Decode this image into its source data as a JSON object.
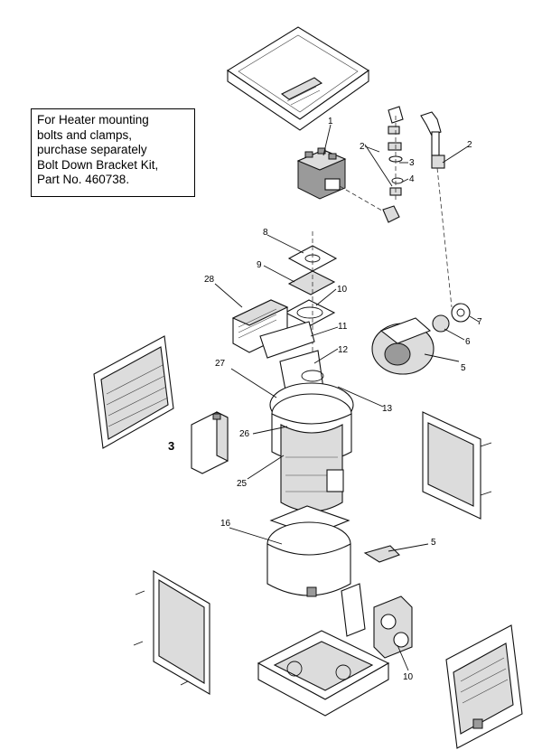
{
  "note": {
    "lines": [
      "For Heater mounting",
      "bolts and clamps,",
      "purchase separately",
      "Bolt Down Bracket Kit,",
      "Part No. 460738."
    ]
  },
  "callouts": {
    "c1": "1",
    "c2a": "2",
    "c2b": "2",
    "c3": "3",
    "c4": "4",
    "c5a": "5",
    "c5b": "5",
    "c6": "6",
    "c7": "7",
    "c8": "8",
    "c9": "9",
    "c10a": "10",
    "c10b": "10",
    "c11": "11",
    "c12": "12",
    "c13": "13",
    "c16": "16",
    "c25": "25",
    "c26": "26",
    "c27": "27",
    "c28": "28",
    "c3big": "3"
  }
}
